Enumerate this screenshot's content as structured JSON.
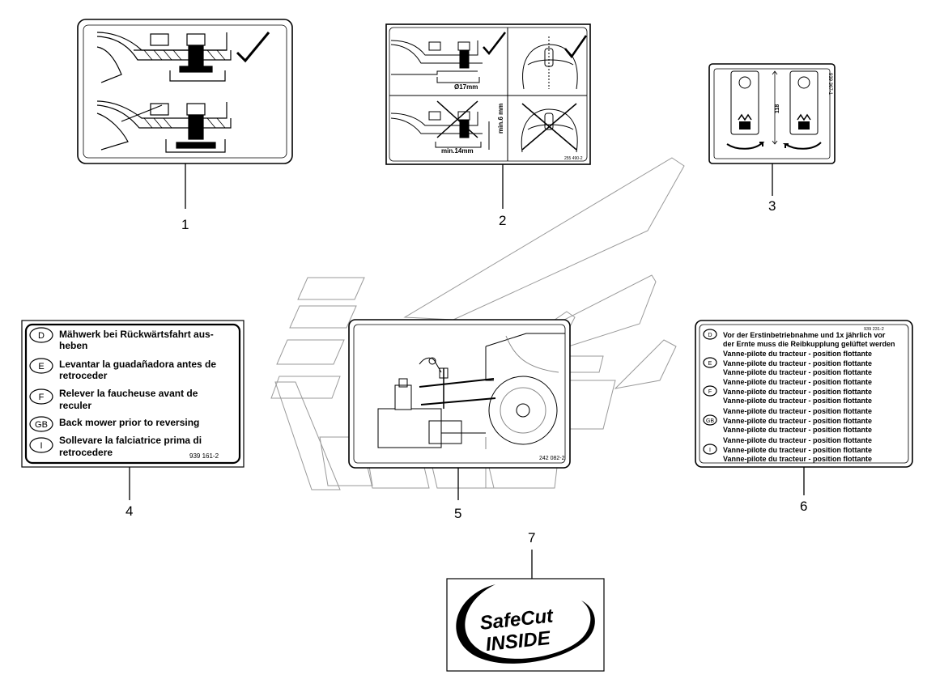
{
  "callouts": [
    "1",
    "2",
    "3",
    "4",
    "5",
    "6",
    "7"
  ],
  "decal2": {
    "dim_bolt": "Ø17mm",
    "dim_min_length": "min.14mm",
    "dim_min_height": "min.6 mm",
    "part_no": "255 490-2"
  },
  "decal3": {
    "dim": "118",
    "part_no": "939 367-1"
  },
  "decal4": {
    "rows": [
      {
        "code": "D",
        "line1": "Mähwerk bei Rückwärtsfahrt aus-",
        "line2": "heben"
      },
      {
        "code": "E",
        "line1": "Levantar la guadañadora antes de",
        "line2": "retroceder"
      },
      {
        "code": "F",
        "line1": "Relever la faucheuse avant de",
        "line2": "reculer"
      },
      {
        "code": "GB",
        "line1": "Back mower prior to reversing",
        "line2": ""
      },
      {
        "code": "I",
        "line1": "Sollevare la falciatrice prima di",
        "line2": "retrocedere"
      }
    ],
    "part_no": "939 161-2"
  },
  "decal5": {
    "part_no": "242 082-2"
  },
  "decal6": {
    "part_no": "939 231-2",
    "rows": [
      {
        "code": "D",
        "lines": [
          "Vor der Erstinbetriebnahme und 1x jährlich vor",
          "der Ernte muss die Reibkupplung gelüftet werden"
        ]
      },
      {
        "code": "E",
        "lines": [
          "Vanne-pilote du tracteur - position flottante",
          "Vanne-pilote du tracteur - position flottante",
          "Vanne-pilote du tracteur - position flottante"
        ]
      },
      {
        "code": "F",
        "lines": [
          "Vanne-pilote du tracteur - position flottante",
          "Vanne-pilote du tracteur - position flottante",
          "Vanne-pilote du tracteur - position flottante"
        ]
      },
      {
        "code": "GB",
        "lines": [
          "Vanne-pilote du tracteur - position flottante",
          "Vanne-pilote du tracteur - position flottante",
          "Vanne-pilote du tracteur - position flottante"
        ]
      },
      {
        "code": "I",
        "lines": [
          "Vanne-pilote du tracteur - position flottante",
          "Vanne-pilote du tracteur - position flottante",
          "Vanne-pilote du tracteur - position flottante"
        ]
      }
    ]
  },
  "decal7": {
    "logo_line1": "SafeCut",
    "logo_line2": "INSIDE"
  }
}
